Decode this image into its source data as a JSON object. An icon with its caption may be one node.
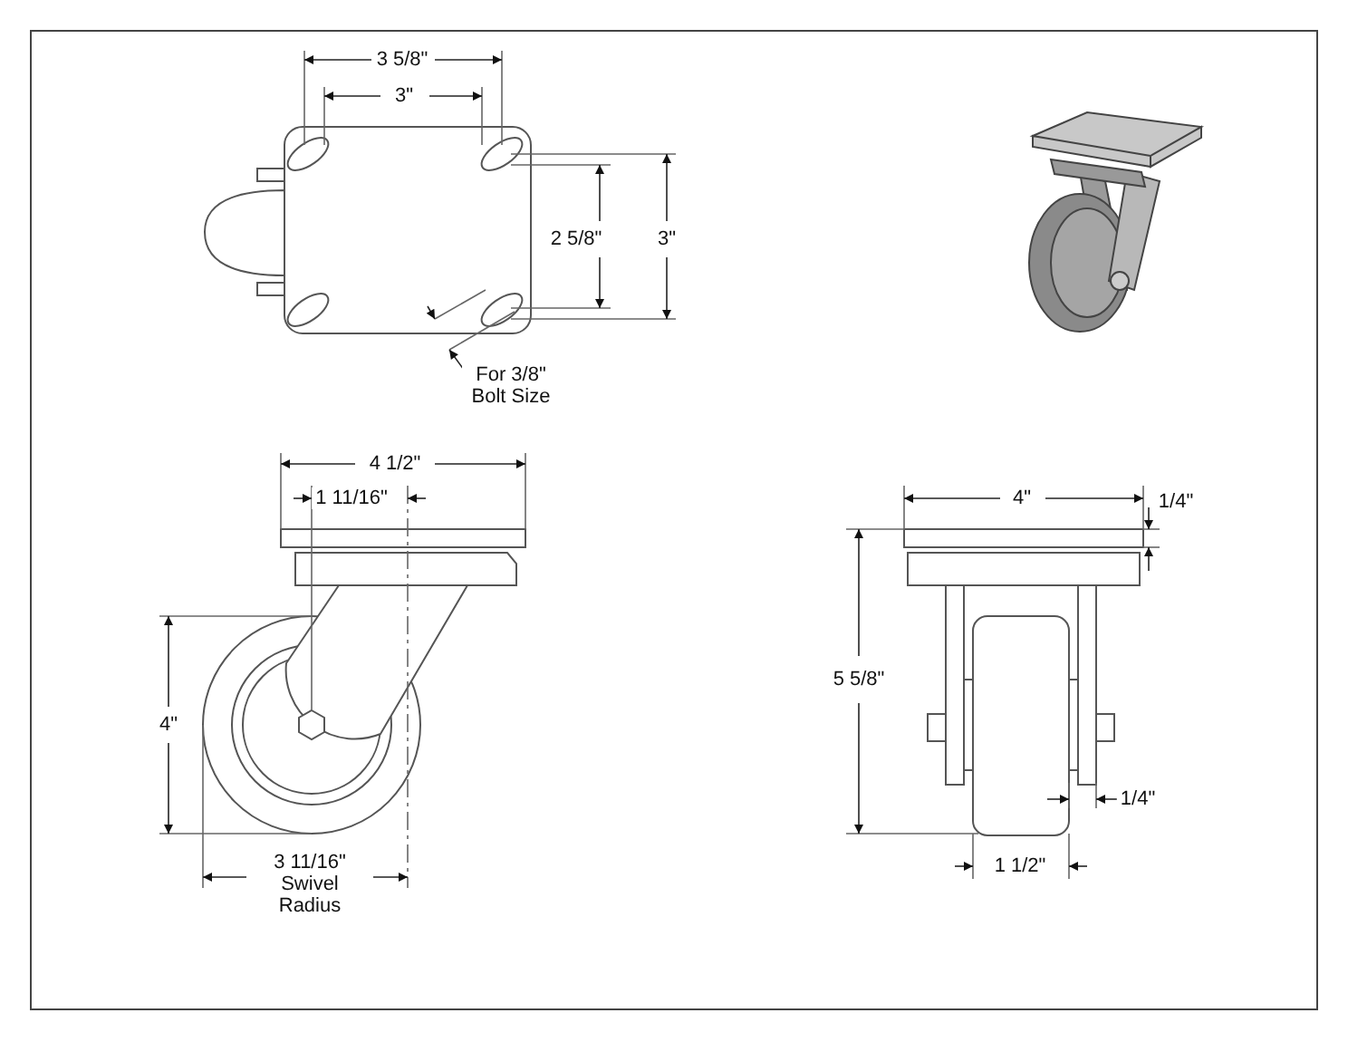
{
  "diagram": {
    "labels": [
      "3 5/8\"",
      "3\"",
      "2 5/8\"",
      "3\"",
      "For 3/8\" Bolt Size",
      "4 1/2\"",
      "4\"",
      "1/4\"",
      "1 11/16\"",
      "5 5/8\"",
      "4\"",
      "1/4\"",
      "3 11/16\" Swivel Radius",
      "1 1/2\""
    ]
  }
}
